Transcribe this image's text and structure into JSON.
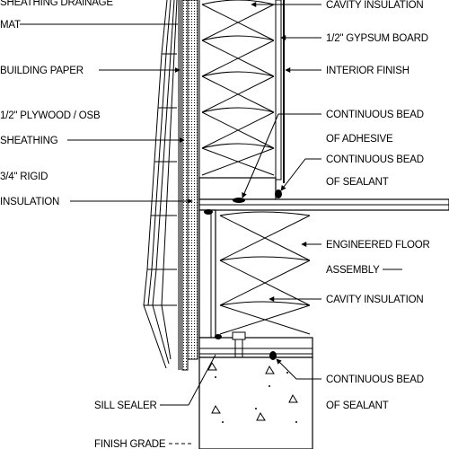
{
  "labels": {
    "sheathing_drainage_mat": [
      "SHEATHING DRAINAGE",
      "MAT"
    ],
    "building_paper": "BUILDING PAPER",
    "plywood_osb": [
      "1/2\" PLYWOOD / OSB",
      "SHEATHING"
    ],
    "rigid_insulation": [
      "3/4\" RIGID",
      "INSULATION"
    ],
    "sill_sealer": "SILL SEALER",
    "finish_grade": "FINISH GRADE",
    "cavity_insulation_top": "CAVITY INSULATION",
    "gypsum_board": "1/2\" GYPSUM BOARD",
    "interior_finish": "INTERIOR FINISH",
    "adhesive_bead": [
      "CONTINUOUS BEAD",
      "OF ADHESIVE"
    ],
    "sealant_bead_upper": [
      "CONTINUOUS BEAD",
      "OF SEALANT"
    ],
    "engineered_floor": [
      "ENGINEERED FLOOR",
      "ASSEMBLY"
    ],
    "cavity_insulation_floor": "CAVITY INSULATION",
    "sealant_bead_lower": [
      "CONTINUOUS BEAD",
      "OF SEALANT"
    ]
  }
}
